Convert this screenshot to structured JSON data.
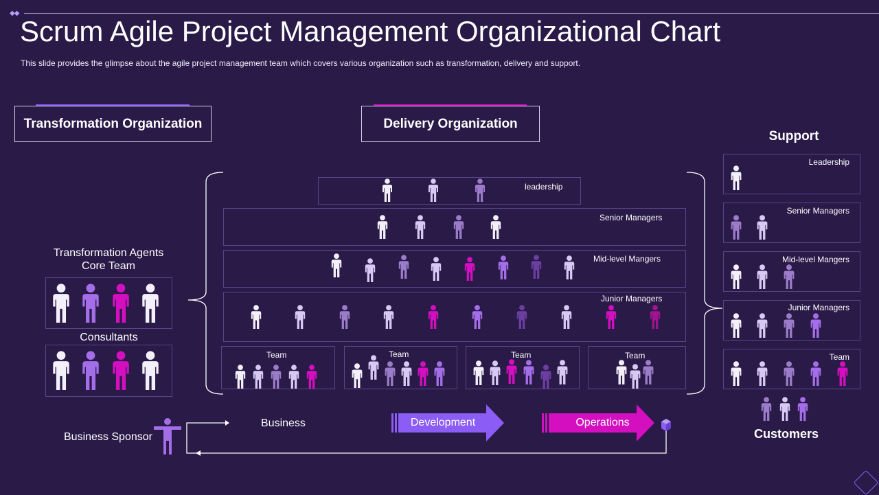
{
  "title": "Scrum Agile Project Management Organizational Chart",
  "subtitle": "This slide provides  the glimpse about the agile project management team which covers various organization such as transformation,  delivery  and support.",
  "colors": {
    "white": "#f4f0fa",
    "lavender": "#d8c8f4",
    "purple": "#8b5cf6",
    "violet": "#a46ee8",
    "magenta": "#d40fc0",
    "dark_purple": "#6b3fa0",
    "muted": "#9b7cc8"
  },
  "transformation": {
    "header": "Transformation Organization",
    "agents_label_line1": "Transformation Agents",
    "agents_label_line2": "Core Team",
    "consultants_label": "Consultants"
  },
  "delivery": {
    "header": "Delivery Organization",
    "rows": {
      "leadership": "leadership",
      "senior": "Senior Managers",
      "mid": "Mid-level  Mangers",
      "junior": "Junior Managers"
    },
    "teams": [
      "Team",
      "Team",
      "Team",
      "Team"
    ]
  },
  "support": {
    "header": "Support",
    "rows": [
      "Leadership",
      "Senior Managers",
      "Mid-level Mangers",
      "Junior Managers",
      "Team"
    ],
    "customers": "Customers"
  },
  "flow": {
    "sponsor": "Business Sponsor",
    "business": "Business",
    "development": "Development",
    "operations": "Operations"
  }
}
